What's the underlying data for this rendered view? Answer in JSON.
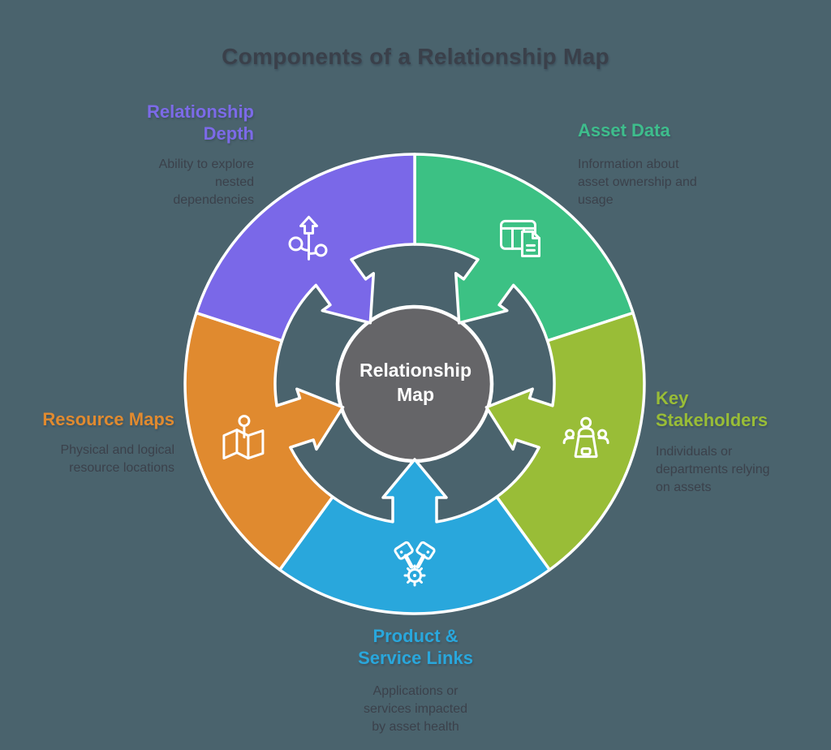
{
  "title": {
    "text": "Components of a Relationship Map"
  },
  "colors": {
    "background": "#4A636D",
    "outline": "#FFFFFF",
    "heading_text": "#3A404A",
    "body_text": "#3B414B"
  },
  "center": {
    "label_lines": [
      "Relationship",
      "Map"
    ],
    "fill": "#656568",
    "text_color": "#FFFFFF"
  },
  "segments": [
    {
      "name": "asset-data",
      "heading": "Asset Data",
      "heading_lines": [
        "Asset Data"
      ],
      "description": "Information about asset ownership and usage",
      "description_lines": [
        "Information about",
        "asset ownership and",
        "usage"
      ],
      "color": "#3CC184",
      "heading_color": "#3EBD8C",
      "icon": "table-document-icon",
      "start_angle": 270
    },
    {
      "name": "key-stakeholders",
      "heading": "Key Stakeholders",
      "heading_lines": [
        "Key",
        "Stakeholders"
      ],
      "description": "Individuals or departments relying on assets",
      "description_lines": [
        "Individuals or",
        "departments relying",
        "on assets"
      ],
      "color": "#99BD37",
      "heading_color": "#99BD37",
      "icon": "meeting-table-icon",
      "start_angle": 342
    },
    {
      "name": "product-service-links",
      "heading": "Product & Service Links",
      "heading_lines": [
        "Product &",
        "Service Links"
      ],
      "description": "Applications or services impacted by asset health",
      "description_lines": [
        "Applications or",
        "services impacted",
        "by asset health"
      ],
      "color": "#29A7DC",
      "heading_color": "#29A7DC",
      "icon": "piston-gear-icon",
      "start_angle": 54
    },
    {
      "name": "resource-maps",
      "heading": "Resource Maps",
      "heading_lines": [
        "Resource Maps"
      ],
      "description": "Physical and logical resource locations",
      "description_lines": [
        "Physical and logical",
        "resource locations"
      ],
      "color": "#E08A2F",
      "heading_color": "#E08A2F",
      "icon": "map-pin-icon",
      "start_angle": 126
    },
    {
      "name": "relationship-depth",
      "heading": "Relationship Depth",
      "heading_lines": [
        "Relationship",
        "Depth"
      ],
      "description": "Ability to explore nested dependencies",
      "description_lines": [
        "Ability to explore",
        "nested",
        "dependencies"
      ],
      "color": "#7A68E8",
      "heading_color": "#7C6AE8",
      "icon": "branch-explore-icon",
      "start_angle": 198
    }
  ]
}
